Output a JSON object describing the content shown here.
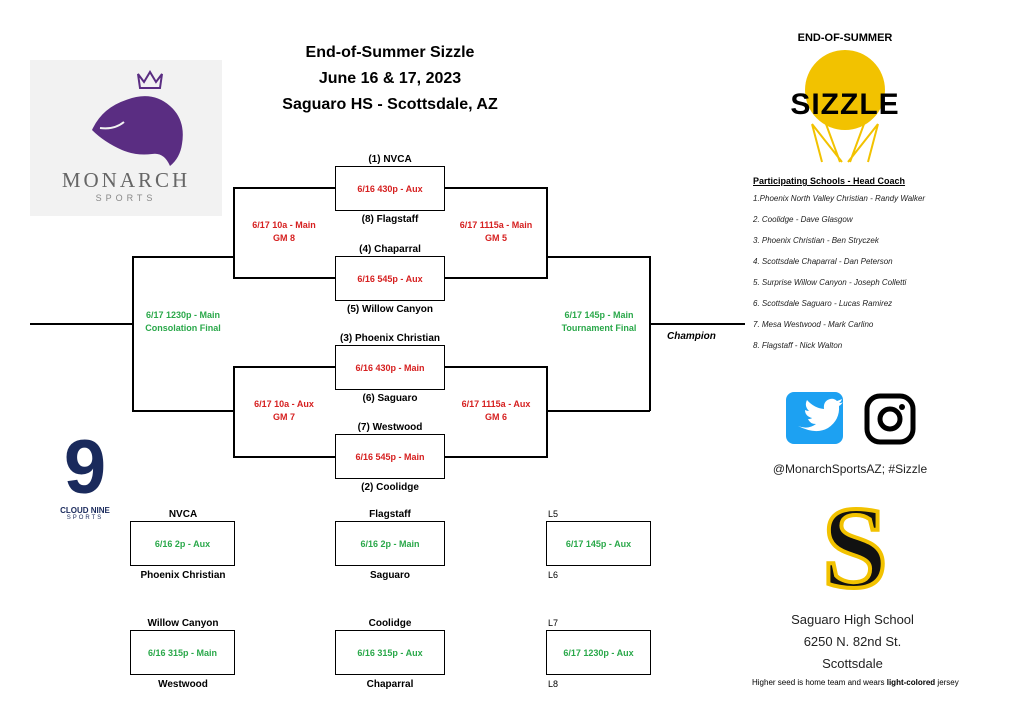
{
  "title": {
    "line1": "End-of-Summer Sizzle",
    "line2": "June 16 & 17, 2023",
    "line3": "Saguaro HS - Scottsdale, AZ"
  },
  "logos": {
    "monarch_name": "MONARCH",
    "monarch_sub": "SPORTS",
    "sizzle_top": "END-OF-SUMMER",
    "sizzle_word": "SIZZLE",
    "cloud_nine_digit": "9",
    "cloud_nine_name": "CLOUD NINE",
    "cloud_nine_sub": "SPORTS",
    "saguaro_letter": "S"
  },
  "bracket": {
    "seeds": {
      "s1": "(1) NVCA",
      "s8": "(8) Flagstaff",
      "s4": "(4) Chaparral",
      "s5": "(5) Willow Canyon",
      "s3": "(3) Phoenix Christian",
      "s6": "(6) Saguaro",
      "s7": "(7) Westwood",
      "s2": "(2) Coolidge"
    },
    "games": {
      "g1": "6/16 430p - Aux",
      "g2": "6/16 545p - Aux",
      "g3": "6/16 430p - Main",
      "g4": "6/16 545p - Main"
    },
    "gm8": {
      "l1": "6/17 10a - Main",
      "l2": "GM 8"
    },
    "gm5": {
      "l1": "6/17 1115a - Main",
      "l2": "GM 5"
    },
    "gm7": {
      "l1": "6/17 10a - Aux",
      "l2": "GM 7"
    },
    "gm6": {
      "l1": "6/17 1115a - Aux",
      "l2": "GM 6"
    },
    "consolation": {
      "l1": "6/17 1230p - Main",
      "l2": "Consolation Final"
    },
    "final": {
      "l1": "6/17 145p - Main",
      "l2": "Tournament Final"
    },
    "champion": "Champion"
  },
  "pool": [
    {
      "top": "NVCA",
      "game": "6/16 2p - Aux",
      "bottom": "Phoenix Christian"
    },
    {
      "top": "Flagstaff",
      "game": "6/16  2p - Main",
      "bottom": "Saguaro"
    },
    {
      "top": "L5",
      "game": "6/17 145p - Aux",
      "bottom": "L6"
    },
    {
      "top": "Willow Canyon",
      "game": "6/16  315p - Main",
      "bottom": "Westwood"
    },
    {
      "top": "Coolidge",
      "game": "6/16  315p - Aux",
      "bottom": "Chaparral"
    },
    {
      "top": "L7",
      "game": "6/17 1230p - Aux",
      "bottom": "L8"
    }
  ],
  "schools": {
    "heading": "Participating Schools - Head Coach",
    "items": [
      "1.Phoenix North Valley Christian - Randy Walker",
      "2. Coolidge - Dave Glasgow",
      "3. Phoenix Christian - Ben Stryczek",
      "4. Scottsdale Chaparral - Dan Peterson",
      "5. Surprise Willow Canyon - Joseph Colletti",
      "6. Scottsdale Saguaro - Lucas Ramirez",
      "7. Mesa Westwood - Mark Carlino",
      "8. Flagstaff - Nick Walton"
    ]
  },
  "social": "@MonarchSportsAZ; #Sizzle",
  "venue": {
    "name": "Saguaro High School",
    "address": "6250 N. 82nd St.",
    "city": "Scottsdale"
  },
  "note": {
    "pre": "Higher seed is home team and wears ",
    "bold": "light-colored",
    "post": " jersey"
  },
  "colors": {
    "red": "#d62020",
    "green": "#2aa84a",
    "purple": "#5a2d82",
    "gold": "#f2c200",
    "twitter": "#1da1f2"
  }
}
